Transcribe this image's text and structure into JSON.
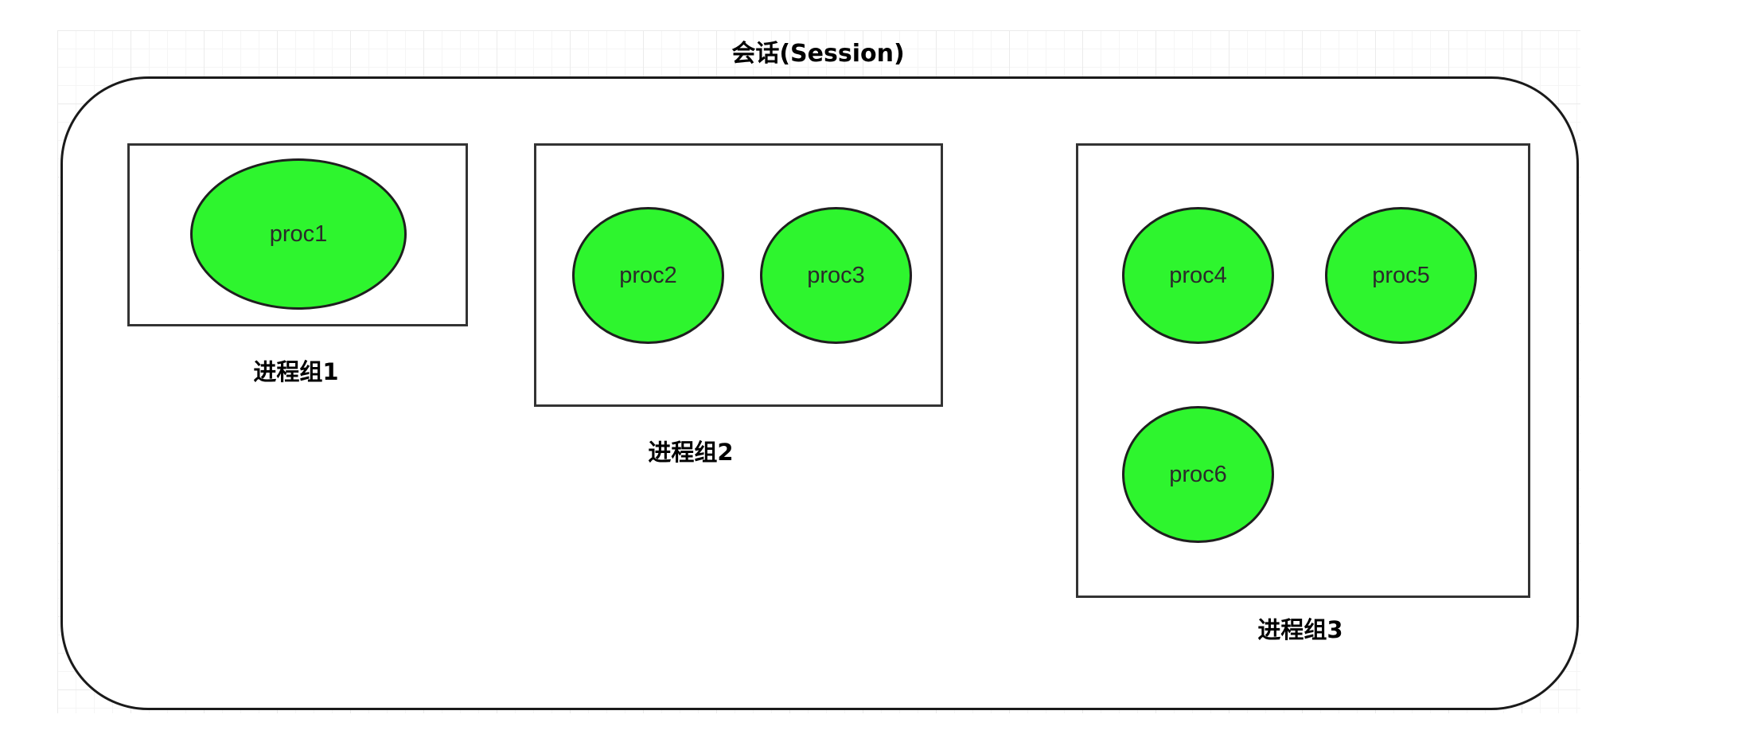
{
  "session": {
    "title": "会话(Session)"
  },
  "groups": [
    {
      "label": "进程组1",
      "processes": [
        "proc1"
      ]
    },
    {
      "label": "进程组2",
      "processes": [
        "proc2",
        "proc3"
      ]
    },
    {
      "label": "进程组3",
      "processes": [
        "proc4",
        "proc5",
        "proc6"
      ]
    }
  ],
  "colors": {
    "process_fill": "#2ef52e",
    "outline": "#1f1f1f",
    "background": "#ffffff"
  }
}
